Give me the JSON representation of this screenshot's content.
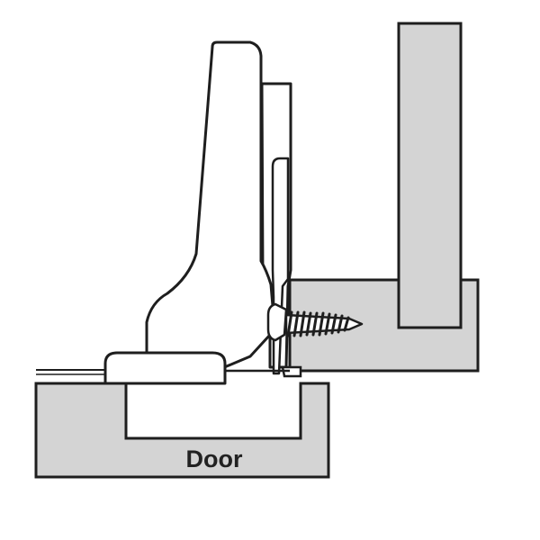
{
  "labels": {
    "door": "Door"
  },
  "colors": {
    "background": "#ffffff",
    "panel_fill": "#d4d4d4",
    "hinge_fill": "#ffffff",
    "outline": "#1e1e1e"
  },
  "parts": [
    "door-panel",
    "cup-recess",
    "hinge-cup-flange",
    "hinge-arm",
    "mounting-plate",
    "cabinet-side-panel",
    "cabinet-frame",
    "mounting-screw"
  ]
}
